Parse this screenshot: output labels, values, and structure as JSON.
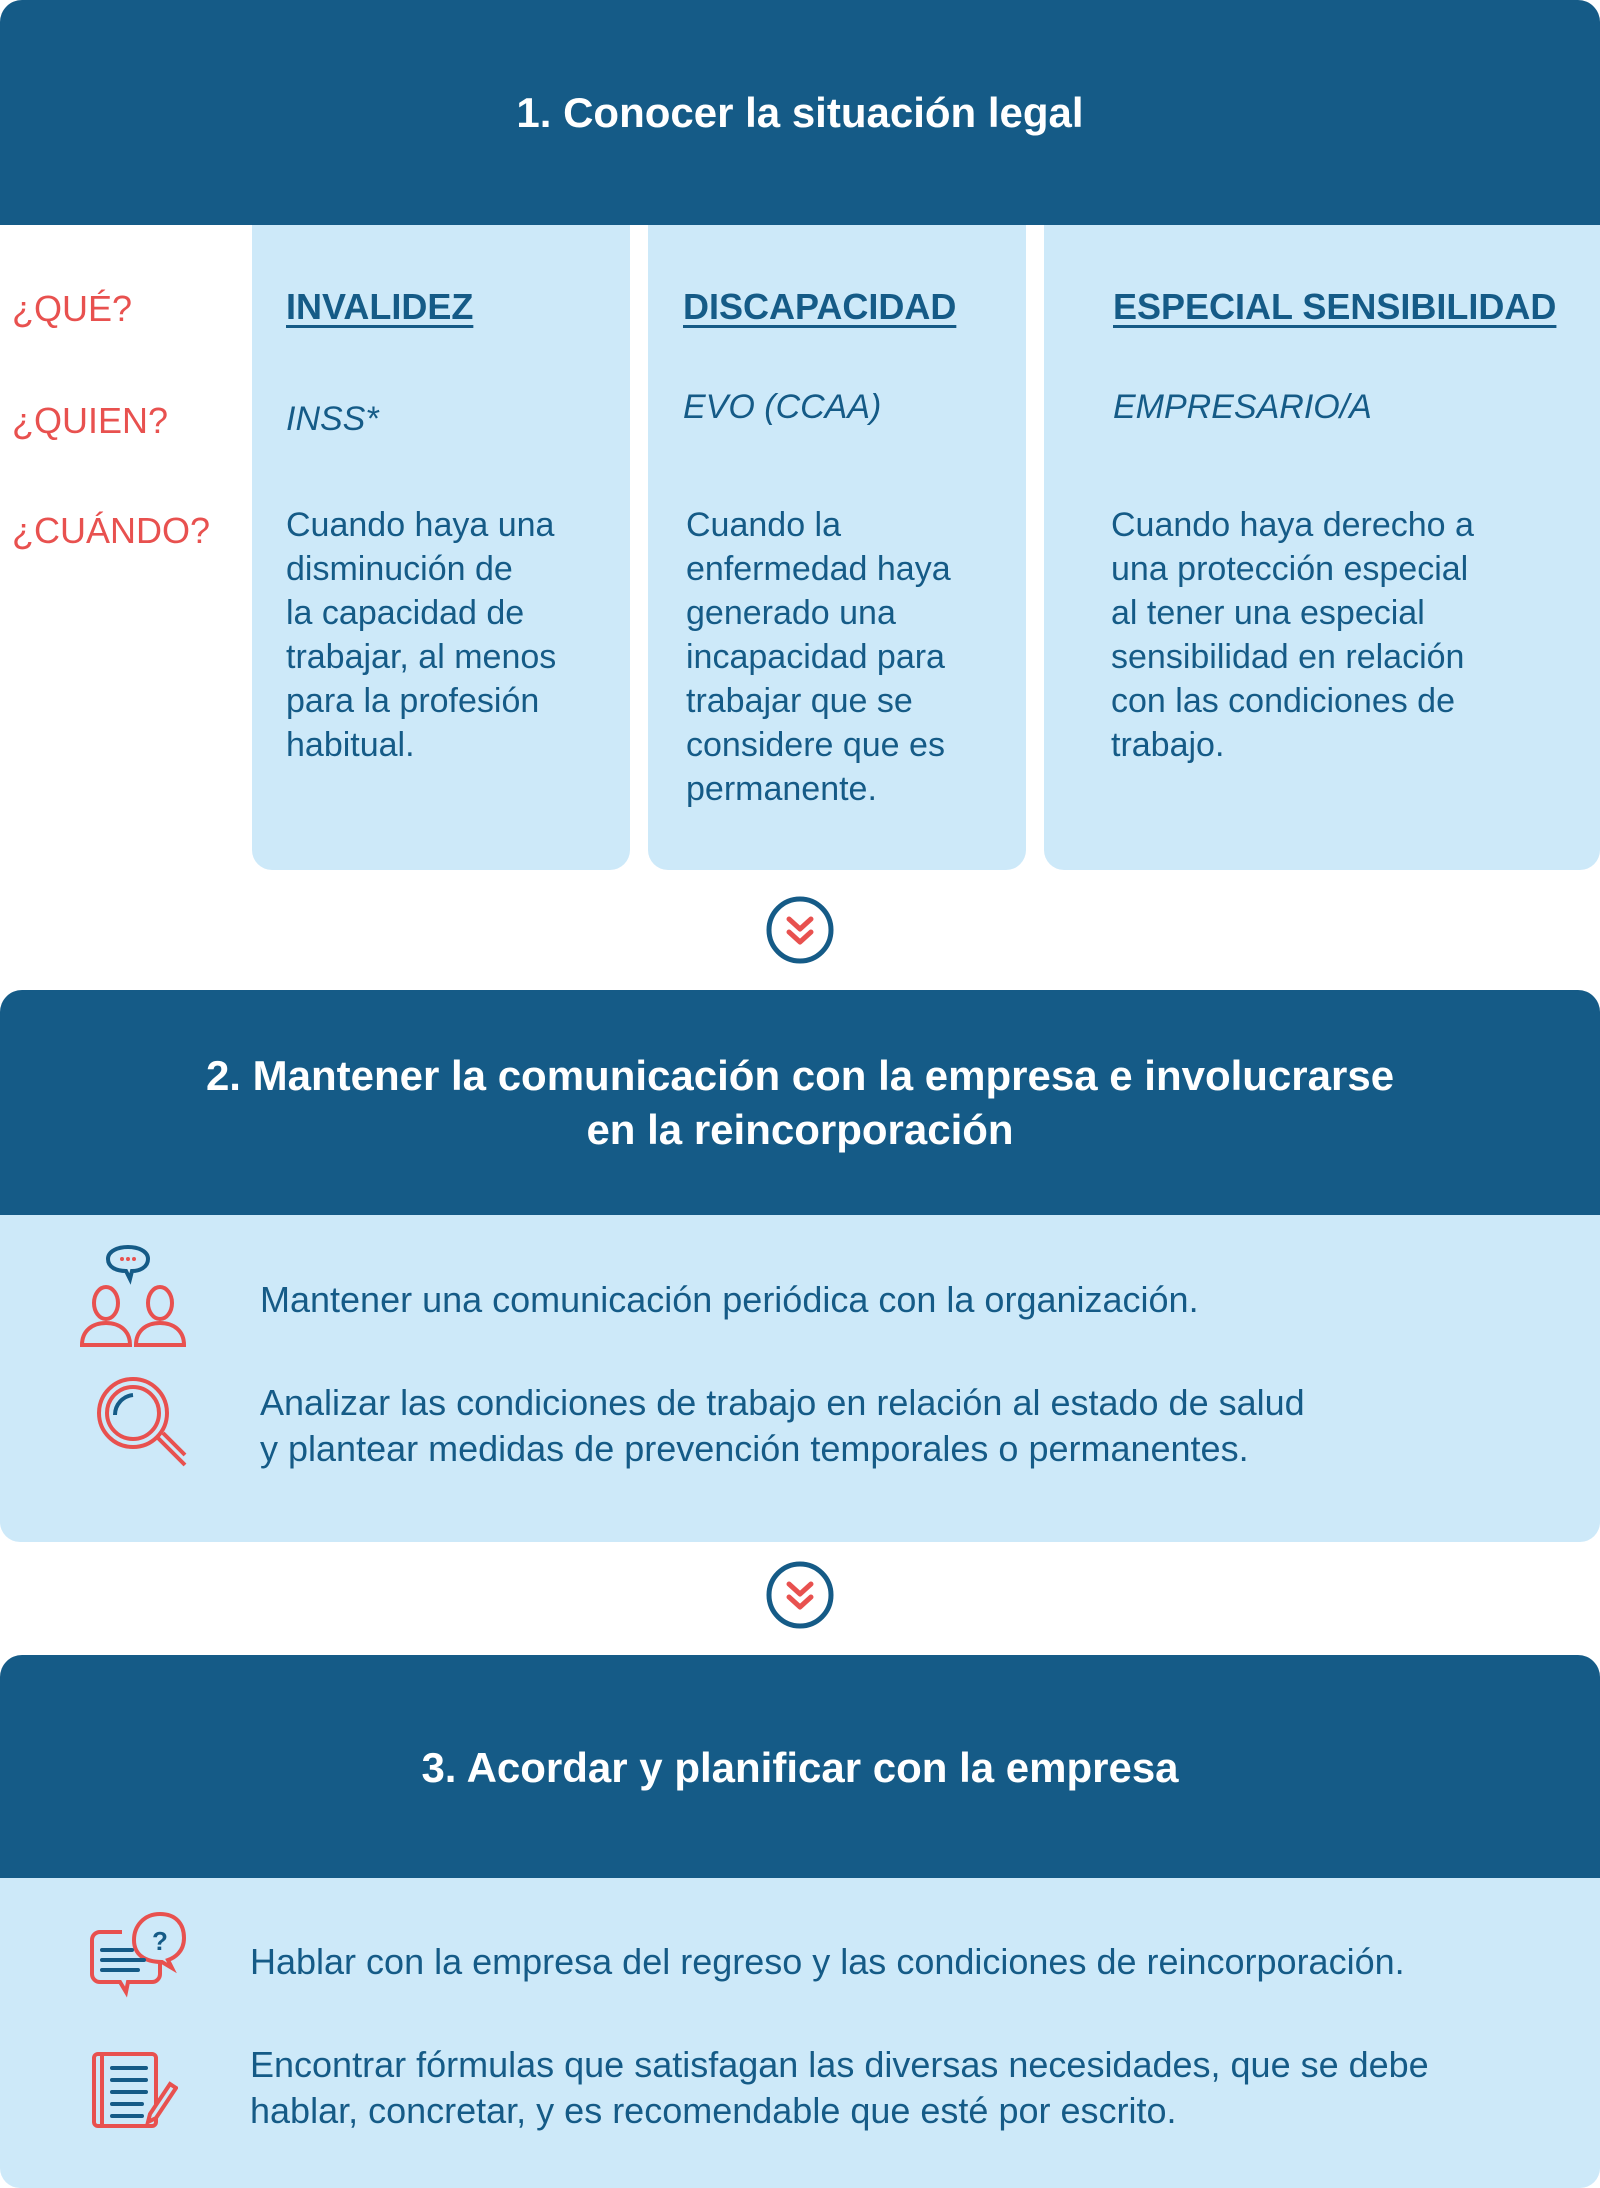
{
  "section1": {
    "title": "1. Conocer la situación legal",
    "labels": {
      "que": "¿QUÉ?",
      "quien": "¿QUIEN?",
      "cuando": "¿CUÁNDO?"
    },
    "columns": [
      {
        "heading": "INVALIDEZ",
        "who": "INSS*",
        "when": "Cuando haya una\ndisminución de\nla capacidad de\ntrabajar, al menos\npara la profesión\nhabitual."
      },
      {
        "heading": "DISCAPACIDAD",
        "who": "EVO (CCAA)",
        "when": "Cuando la\nenfermedad haya\ngenerado una\nincapacidad para\ntrabajar que se\nconsidere que es\npermanente."
      },
      {
        "heading": "ESPECIAL SENSIBILIDAD",
        "who": "EMPRESARIO/A",
        "when": "Cuando haya derecho a\nuna protección especial\nal tener una especial\nsensibilidad en relación\ncon las condiciones de\ntrabajo."
      }
    ]
  },
  "section2": {
    "title": "2. Mantener la comunicación con la empresa e involucrarse\nen la reincorporación",
    "items": [
      "Mantener una comunicación periódica con la organización.",
      "Analizar las condiciones de trabajo en relación al estado de salud\ny plantear medidas de prevención temporales o permanentes."
    ]
  },
  "section3": {
    "title": "3. Acordar y planificar con la empresa",
    "items": [
      "Hablar con la empresa del regreso y las condiciones de reincorporación.",
      "Encontrar fórmulas que satisfagan las diversas necesidades, que se debe\nhablar, concretar, y es recomendable que esté por escrito."
    ]
  },
  "colors": {
    "dark": "#155b87",
    "light": "#cde9f9",
    "accent": "#e8514f"
  }
}
